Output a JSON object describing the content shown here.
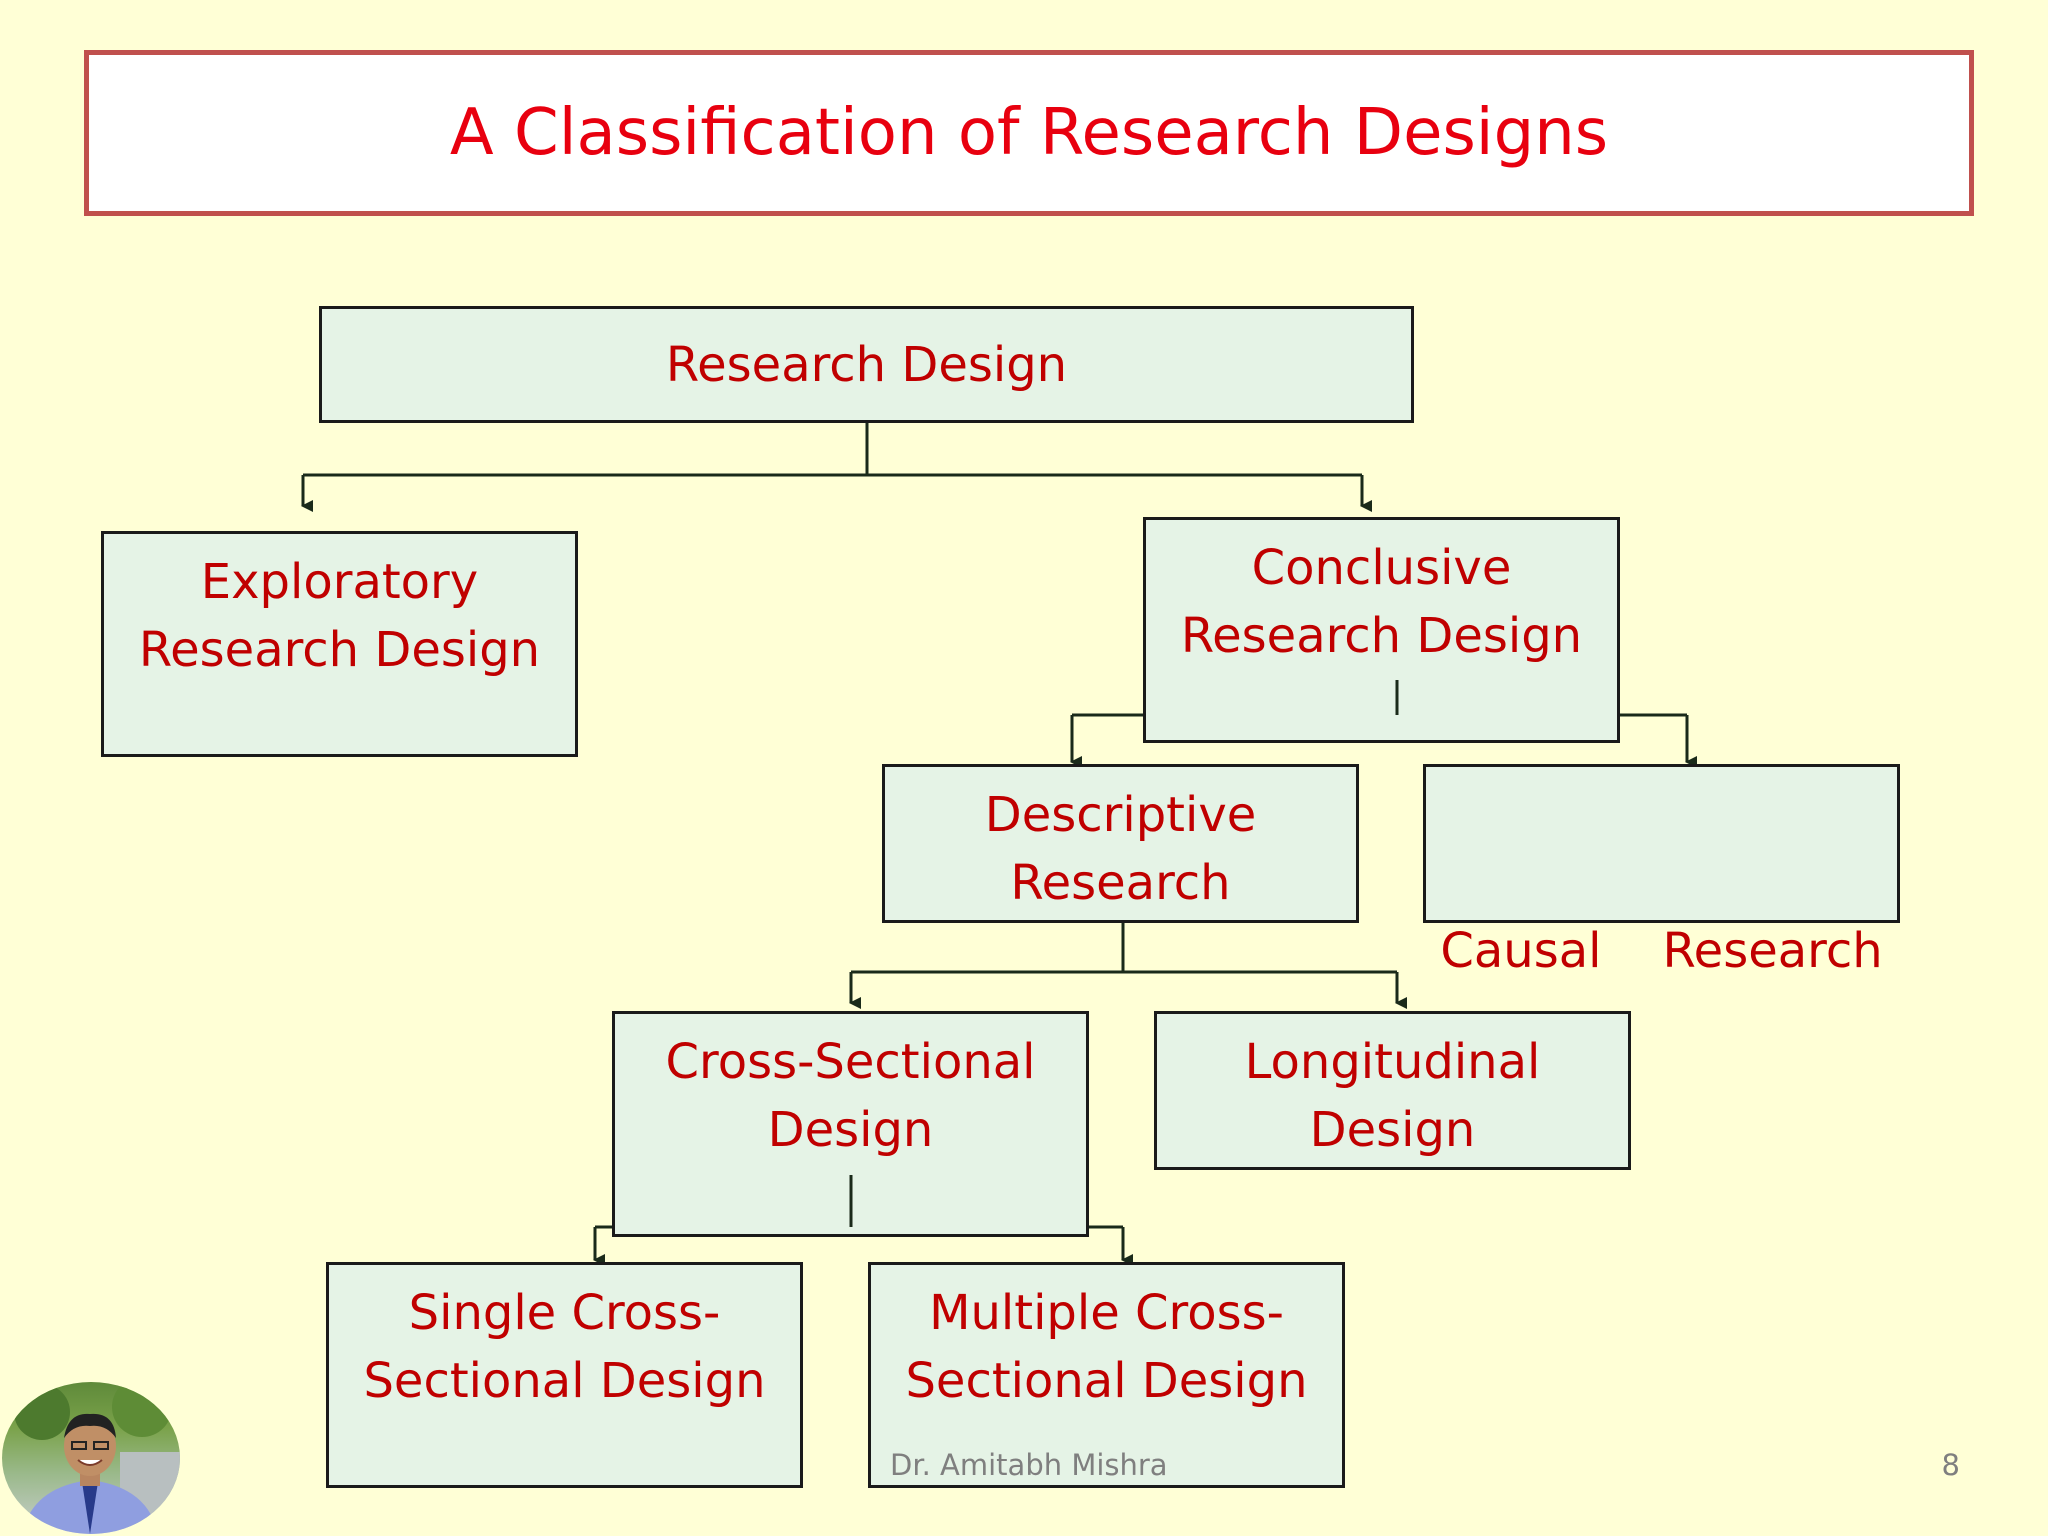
{
  "title": "A Classification of Research Designs",
  "nodes": {
    "research_design": "Research Design",
    "exploratory": "Exploratory\nResearch Design",
    "conclusive": "Conclusive\nResearch Design",
    "descriptive": "Descriptive\nResearch",
    "causal": "Causal    Research",
    "cross_sectional": "Cross-Sectional\nDesign",
    "longitudinal": "Longitudinal\nDesign",
    "single_cross": "Single Cross-\nSectional Design",
    "multiple_cross": "Multiple Cross-\nSectional Design"
  },
  "footer": {
    "author": "Dr. Amitabh Mishra",
    "page_number": "8"
  },
  "colors": {
    "background": "#ffffd6",
    "title_text": "#e8000f",
    "title_border": "#c0504d",
    "node_fill": "#e5f3e6",
    "node_text": "#c00000"
  }
}
